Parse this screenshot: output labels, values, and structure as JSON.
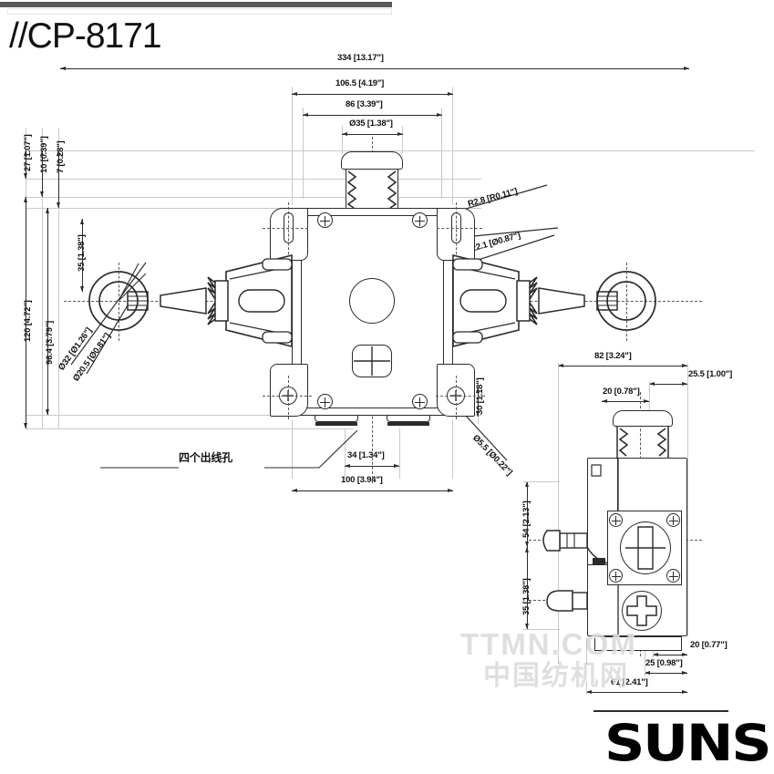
{
  "header": {
    "title": "//CP-8171"
  },
  "brand": {
    "logo": "SUNS"
  },
  "watermark": {
    "line1": "TTMN.COM",
    "line2": "中国纺机网"
  },
  "front_view": {
    "dimensions": {
      "overall_width": "334 [13.17\"]",
      "mount_width": "106.5 [4.19\"]",
      "hole_span": "86 [3.39\"]",
      "button_dia": "Ø35 [1.38\"]",
      "top_offset_1": "27 [1.07\"]",
      "top_offset_2": "10 [0.39\"]",
      "top_offset_3": "7 [0.28\"]",
      "mid_offset": "35 [1.38\"]",
      "overall_height": "120 [4.72\"]",
      "inner_height": "96.4 [3.79\"]",
      "ring_outer_dia": "Ø32 [Ø1.26\"]",
      "ring_inner_dia": "Ø20.5 [Ø0.81\"]",
      "corner_radius": "R2.8 [R0.11\"]",
      "slot_dia": "Ø22.1 [Ø0.87\"]",
      "bottom_offset": "30 [1.18\"]",
      "screw_hole_dia": "Ø5.5 [Ø0.22\"]",
      "centre_span": "34 [1.34\"]",
      "base_width": "100 [3.94\"]"
    },
    "notes": {
      "wire_outlets": "四个出线孔"
    }
  },
  "side_view": {
    "dimensions": {
      "overall_width": "82 [3.24\"]",
      "right_offset": "25.5 [1.00\"]",
      "button_offset": "20 [0.78\"]",
      "upper_height": "54 [2.13\"]",
      "lower_height": "35 [1.38\"]",
      "bottom_right": "20 [0.77\"]",
      "bottom_mid": "25 [0.98\"]",
      "bottom_overall": "61 [2.41\"]"
    }
  },
  "colors": {
    "line": "#2b2b2b",
    "extension": "#6d6d6d",
    "text": "#111111",
    "background": "#ffffff"
  }
}
